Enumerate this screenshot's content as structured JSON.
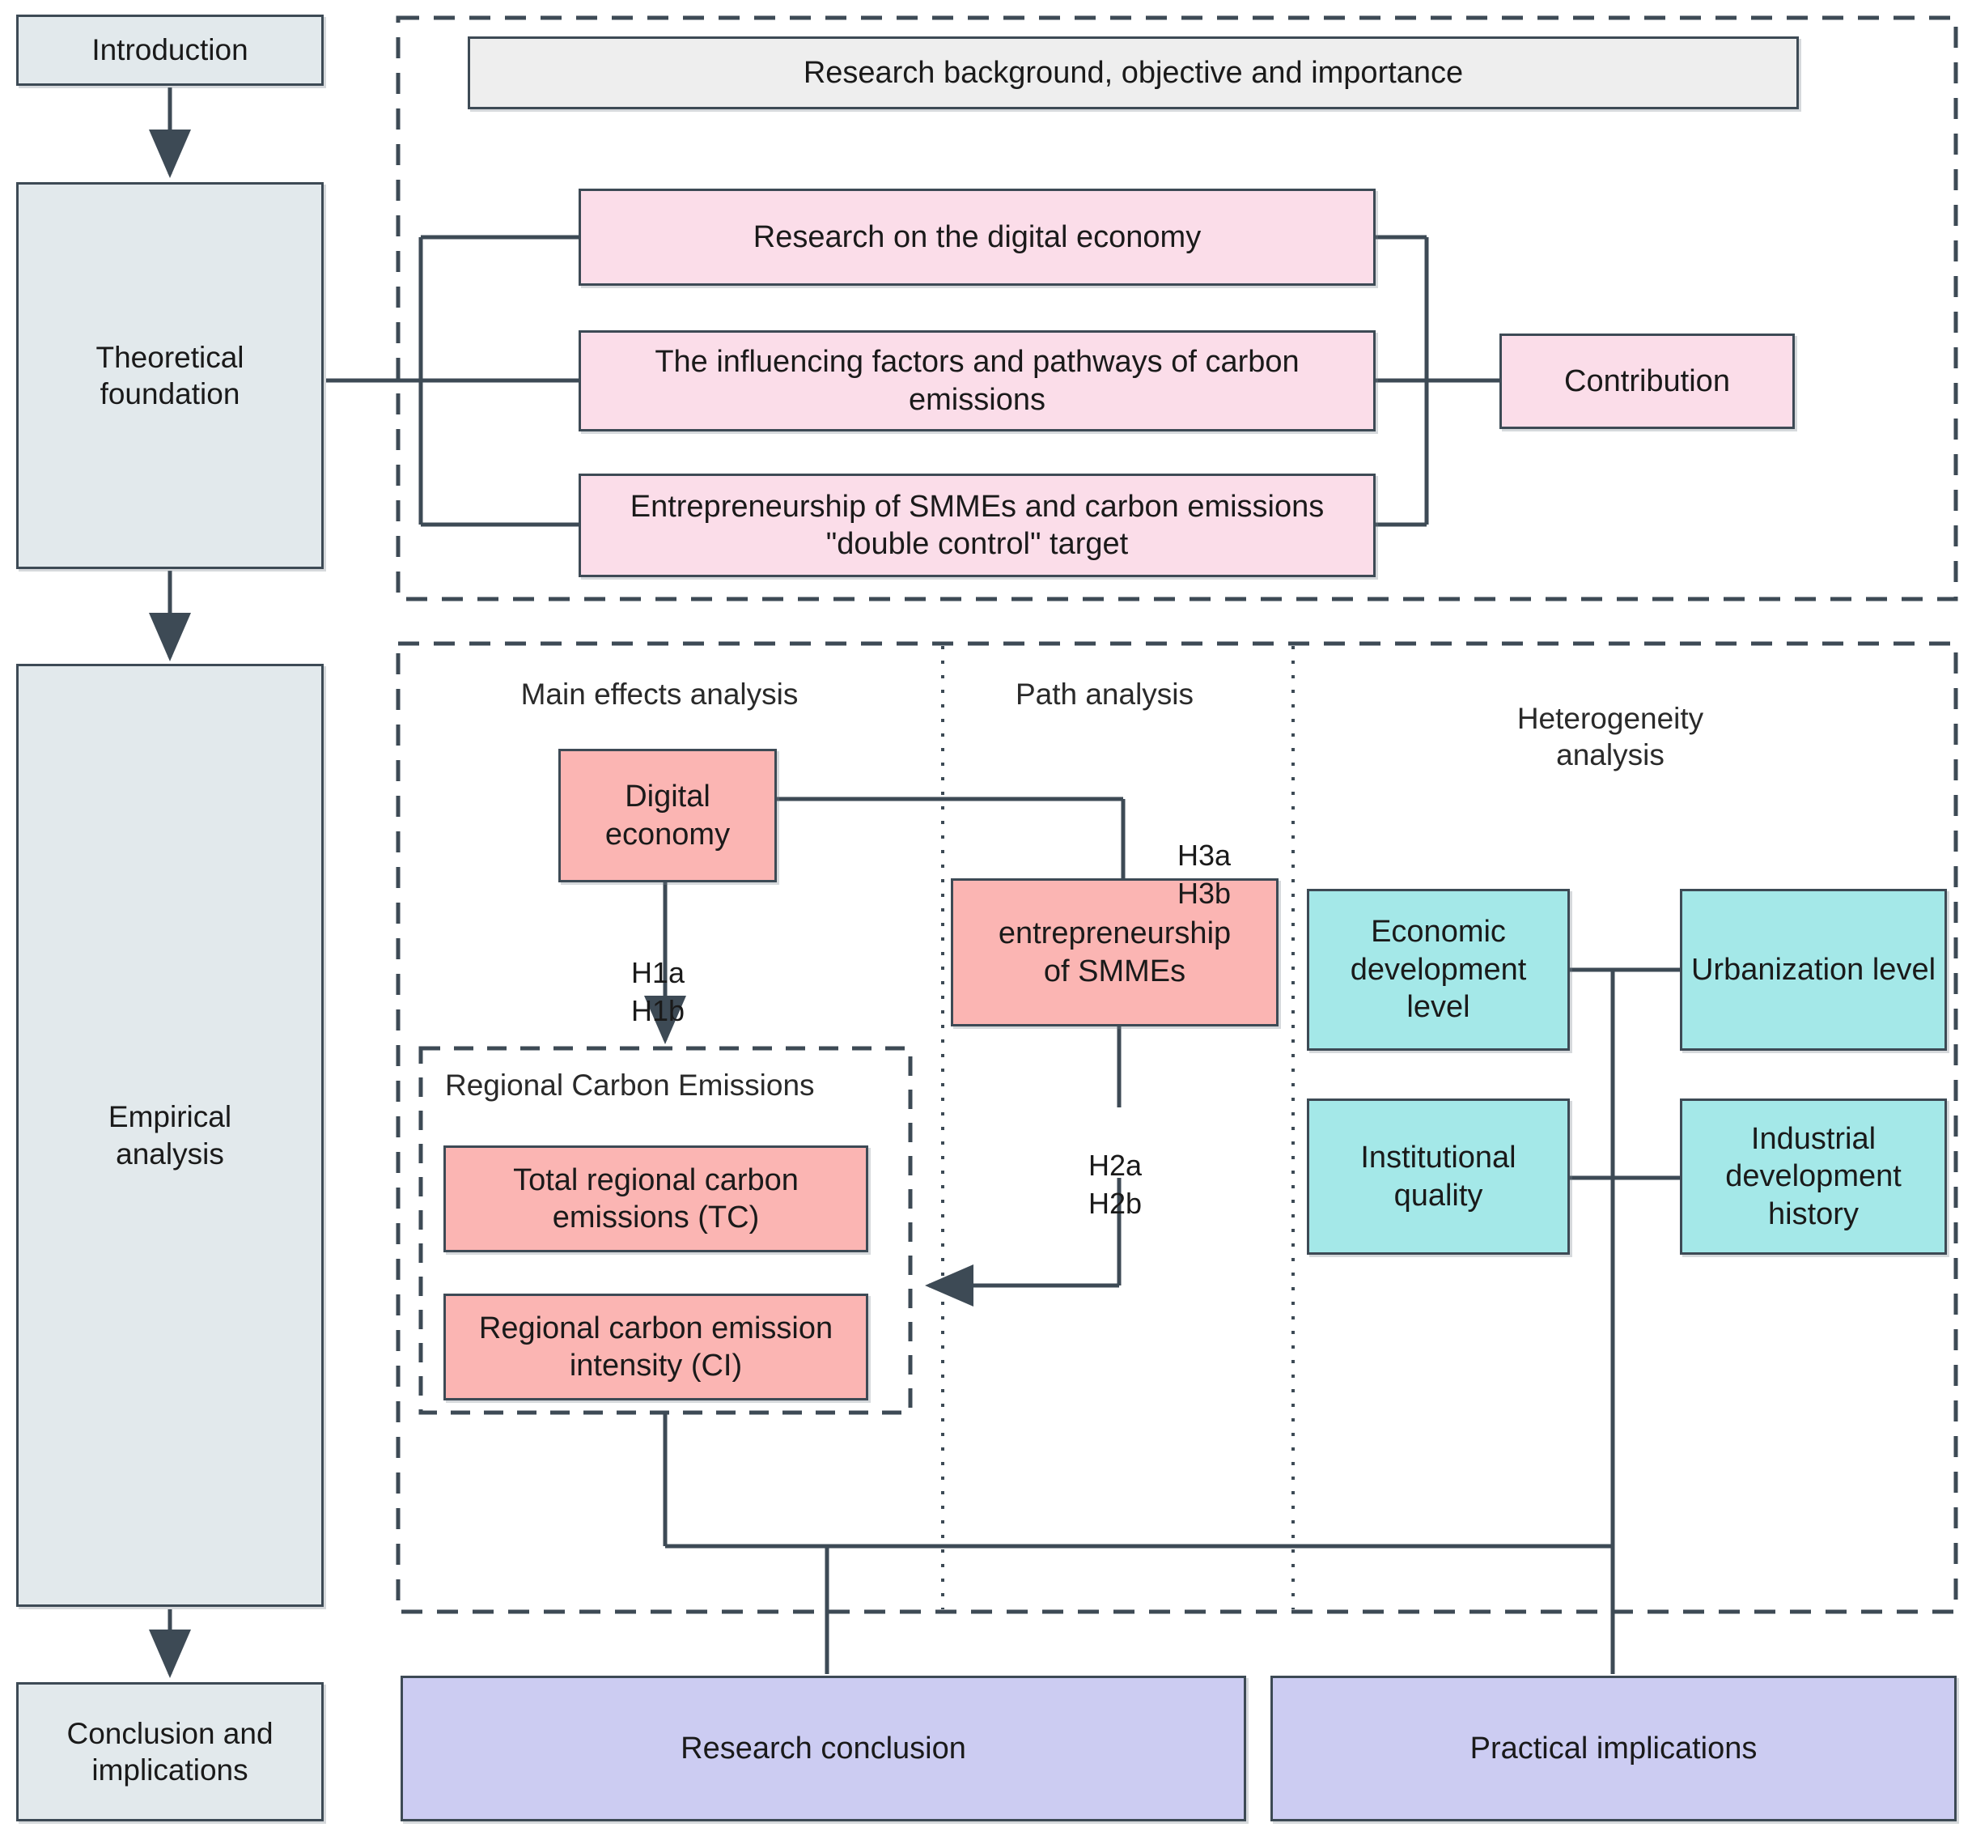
{
  "figure": {
    "type": "research-framework-flowchart",
    "colors": {
      "stage_fill": "#e2e9ec",
      "neutral_fill": "#eeeeee",
      "literature_fill": "#fbdde9",
      "variable_fill": "#fbb5b3",
      "moderator_fill": "#a4e8e8",
      "outcome_fill": "#ccccf2",
      "stroke": "#3d4a55"
    }
  },
  "stages": {
    "introduction": "Introduction",
    "theoretical_foundation": "Theoretical\nfoundation",
    "empirical_analysis": "Empirical\nanalysis",
    "conclusion_and_implications": "Conclusion and\nimplications"
  },
  "theory_section": {
    "background_box": "Research background, objective and importance",
    "literature_boxes": [
      "Research on the digital economy",
      "The influencing factors and pathways of carbon emissions",
      "Entrepreneurship of SMMEs and carbon emissions \"double control\" target"
    ],
    "contribution_box": "Contribution"
  },
  "empirical_section": {
    "column_labels": {
      "main_effects": "Main effects analysis",
      "path": "Path analysis",
      "heterogeneity": "Heterogeneity\nanalysis"
    },
    "variables": {
      "digital_economy": "Digital\neconomy",
      "entrepreneurship": "entrepreneurship\nof SMMEs"
    },
    "outcome_group": {
      "label": "Regional Carbon Emissions",
      "items": [
        "Total regional carbon emissions (TC)",
        "Regional carbon emission intensity (CI)"
      ]
    },
    "hypotheses": {
      "h1": "H1a\nH1b",
      "h2": "H2a\nH2b",
      "h3": "H3a\nH3b"
    },
    "moderators": [
      "Economic development level",
      "Urbanization level",
      "Institutional quality",
      "Industrial development history"
    ]
  },
  "conclusion_section": {
    "boxes": [
      "Research conclusion",
      "Practical implications"
    ]
  }
}
